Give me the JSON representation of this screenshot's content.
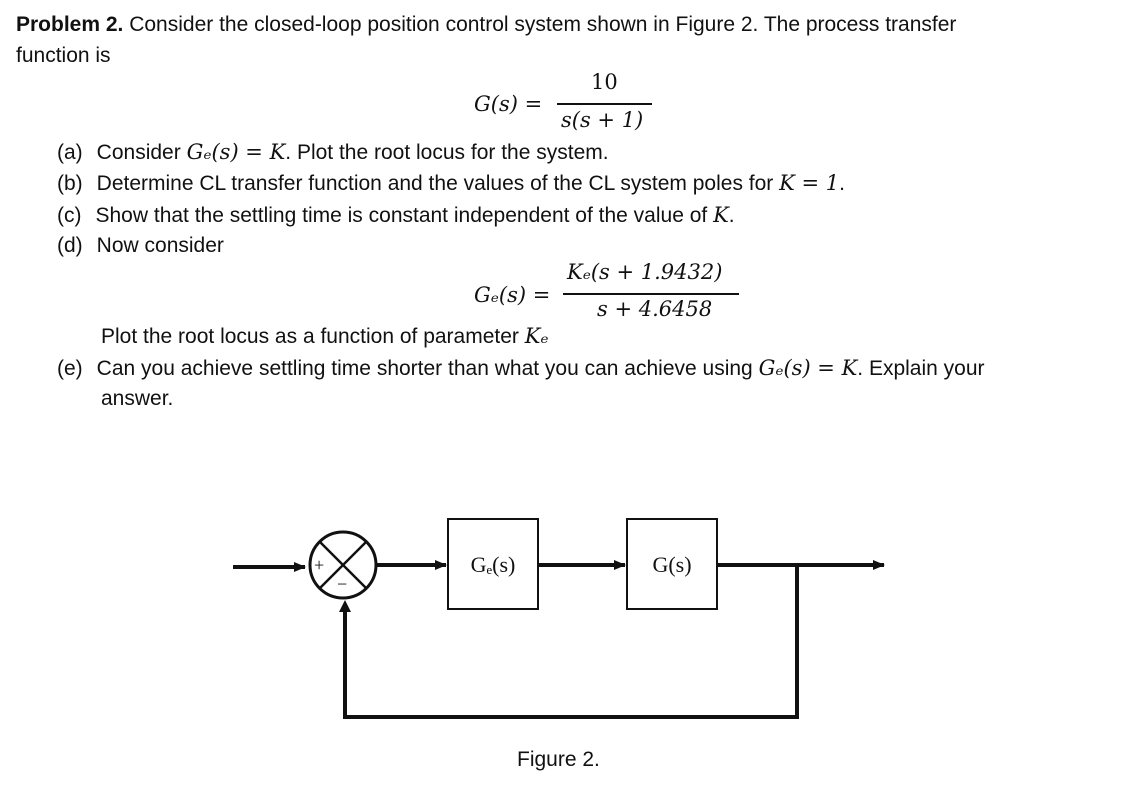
{
  "intro": {
    "title": "Problem 2.",
    "text_line1": " Consider the closed-loop position control system shown in Figure 2. The process transfer",
    "text_line2": "function is"
  },
  "eq_G": {
    "lhs": "G(s) =",
    "numerator": "10",
    "denominator": "s(s + 1)"
  },
  "parts": {
    "a": {
      "label": "(a)",
      "pre": "Consider ",
      "math": "Gₑ(s) = K",
      "post": ". Plot the root locus for the system."
    },
    "b": {
      "label": "(b)",
      "pre": "Determine CL transfer function and the values of the CL system poles for ",
      "math": "K = 1",
      "post": "."
    },
    "c": {
      "label": "(c)",
      "pre": "Show that the settling time is constant independent of the value of ",
      "math": "K",
      "post": "."
    },
    "d": {
      "label": "(d)",
      "pre": "Now consider",
      "math": "",
      "post": ""
    },
    "d_after": {
      "pre": "Plot the root locus as a function of parameter ",
      "math": "Kₑ"
    },
    "e": {
      "label": "(e)",
      "pre": "Can you achieve settling time shorter than what you can achieve using ",
      "math": "Gₑ(s) = K",
      "post": ". Explain your",
      "line2": "answer."
    }
  },
  "eq_Gc": {
    "lhs": "Gₑ(s) =",
    "numerator": "Kₑ(s + 1.9432)",
    "denominator": "s + 4.6458"
  },
  "diagram": {
    "sum_plus": "+",
    "sum_minus": "−",
    "block1_label": "Gₑ(s)",
    "block2_label": "G(s)",
    "caption": "Figure 2."
  }
}
